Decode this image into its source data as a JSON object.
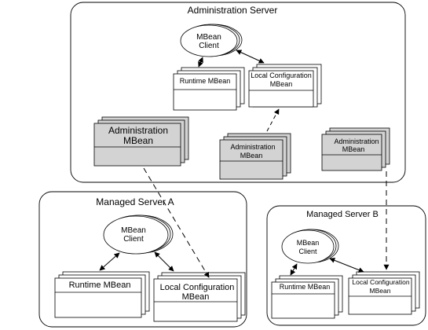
{
  "colors": {
    "stroke": "#000000",
    "mbean_fill": "#ffffff",
    "admin_fill": "#d3d3d3",
    "server_fill": "#ffffff"
  },
  "servers": {
    "admin": {
      "title": "Administration Server"
    },
    "managed_a": {
      "title": "Managed Server A"
    },
    "managed_b": {
      "title": "Managed Server B"
    }
  },
  "admin_server": {
    "client": {
      "line1": "MBean",
      "line2": "Client"
    },
    "runtime_mbean": {
      "label": "Runtime MBean"
    },
    "local_config_mbean": {
      "line1": "Local Configuration",
      "line2": "MBean"
    },
    "admin_mbean_large": {
      "line1": "Administration",
      "line2": "MBean"
    },
    "admin_mbean_mid": {
      "line1": "Administration",
      "line2": "MBean"
    },
    "admin_mbean_right": {
      "line1": "Administration",
      "line2": "MBean"
    }
  },
  "managed_a": {
    "client": {
      "line1": "MBean",
      "line2": "Client"
    },
    "runtime_mbean": {
      "label": "Runtime MBean"
    },
    "local_config_mbean": {
      "line1": "Local Configuration",
      "line2": "MBean"
    }
  },
  "managed_b": {
    "client": {
      "line1": "MBean",
      "line2": "Client"
    },
    "runtime_mbean": {
      "label": "Runtime MBean"
    },
    "local_config_mbean": {
      "line1": "Local Configuration",
      "line2": "MBean"
    }
  }
}
